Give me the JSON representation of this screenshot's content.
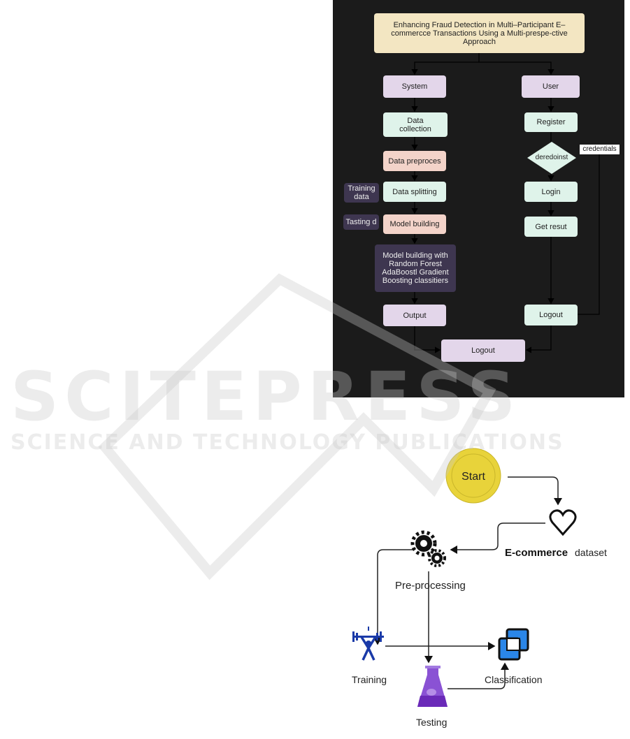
{
  "flowchart": {
    "title": "Enhancing Fraud Detection in Multi–Participant E–commercce Transactions Using a Multi-prespe-ctive Approach",
    "system": {
      "label": "System",
      "steps": [
        "Data collection",
        "Data preproces",
        "Data splitting",
        "Model building"
      ],
      "side_notes": [
        "Training data",
        "Tasting d"
      ],
      "models": "Model building with Random Forest AdaBoostl Gradient Boosting classitiers",
      "output": "Output"
    },
    "user": {
      "label": "User",
      "register": "Register",
      "decision": "deredoinst",
      "credentials": "credentials",
      "login": "Login",
      "get_result": "Get resut",
      "logout": "Logout"
    },
    "final_logout": "Logout"
  },
  "watermark": {
    "main": "SCITEPRESS",
    "sub": "SCIENCE AND TECHNOLOGY PUBLICATIONS"
  },
  "process": {
    "start": "Start",
    "dataset_bold": "E-commerce",
    "dataset": "dataset",
    "preprocessing": "Pre-processing",
    "training": "Training",
    "testing": "Testing",
    "classification": "Classification",
    "colors": {
      "start": "#e8d33a",
      "training": "#1a3aa8",
      "testing": "#7a3fc4",
      "classification": "#2a86e8"
    }
  }
}
